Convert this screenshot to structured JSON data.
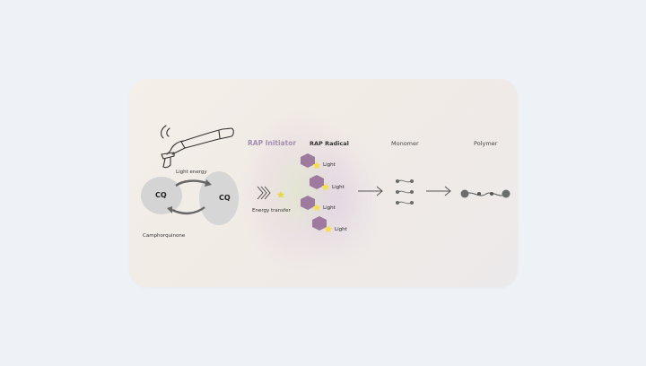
{
  "diagram": {
    "headers": {
      "rap_initiator": "RAP Initiator",
      "rap_radical": "RAP Radical",
      "monomer": "Monomer",
      "polymer": "Polymer"
    },
    "light_energy": "Light energy",
    "cq_left": "CQ",
    "cq_right": "CQ",
    "camphorquinone": "Camphorquinone",
    "energy_transfer": "Energy transfer",
    "radicals": [
      {
        "label": "Light"
      },
      {
        "label": "Light"
      },
      {
        "label": "Light"
      },
      {
        "label": "Light"
      }
    ],
    "colors": {
      "rap_initiator_text": "#a58fb0",
      "hexagon": "#9e7a9e",
      "star": "#f4e04d",
      "cq_circle": "#d4d4d4",
      "arrow": "#555555",
      "monomer_dot": "#6a6a6a"
    }
  }
}
